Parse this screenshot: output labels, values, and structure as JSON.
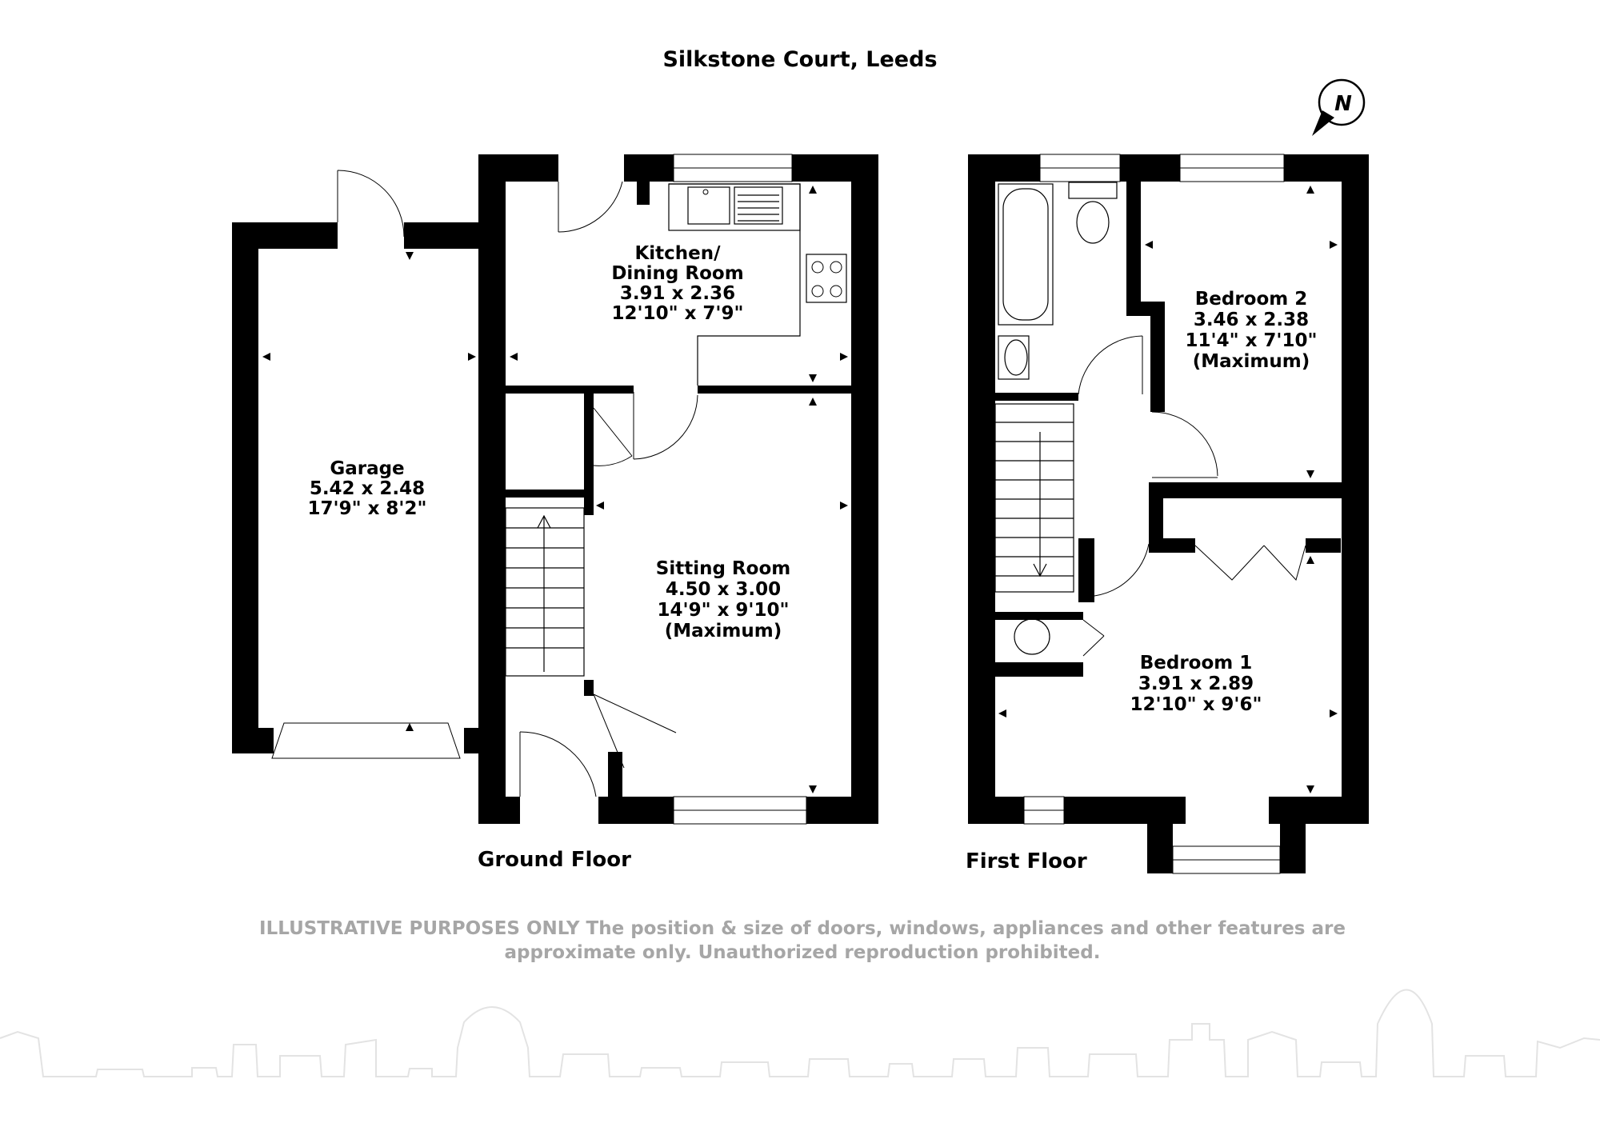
{
  "title": "Silkstone Court, Leeds",
  "compass": {
    "letter": "N",
    "icon": "north-arrow-icon"
  },
  "floors": {
    "ground": {
      "label": "Ground Floor",
      "rooms": {
        "garage": {
          "name": "Garage",
          "metric": "5.42 x 2.48",
          "imperial": "17'9\" x 8'2\""
        },
        "kitchen": {
          "name_line1": "Kitchen/",
          "name_line2": "Dining Room",
          "metric": "3.91 x 2.36",
          "imperial": "12'10\" x 7'9\""
        },
        "sitting": {
          "name": "Sitting Room",
          "metric": "4.50 x 3.00",
          "imperial": "14'9\" x 9'10\"",
          "note": "(Maximum)"
        }
      }
    },
    "first": {
      "label": "First Floor",
      "rooms": {
        "bedroom2": {
          "name": "Bedroom 2",
          "metric": "3.46 x 2.38",
          "imperial": "11'4\" x 7'10\"",
          "note": "(Maximum)"
        },
        "bedroom1": {
          "name": "Bedroom 1",
          "metric": "3.91 x 2.89",
          "imperial": "12'10\" x 9'6\""
        }
      }
    }
  },
  "disclaimer": {
    "line1": "ILLUSTRATIVE PURPOSES ONLY  The position & size of doors, windows, appliances and other features are",
    "line2": "approximate only. Unauthorized reproduction prohibited."
  }
}
